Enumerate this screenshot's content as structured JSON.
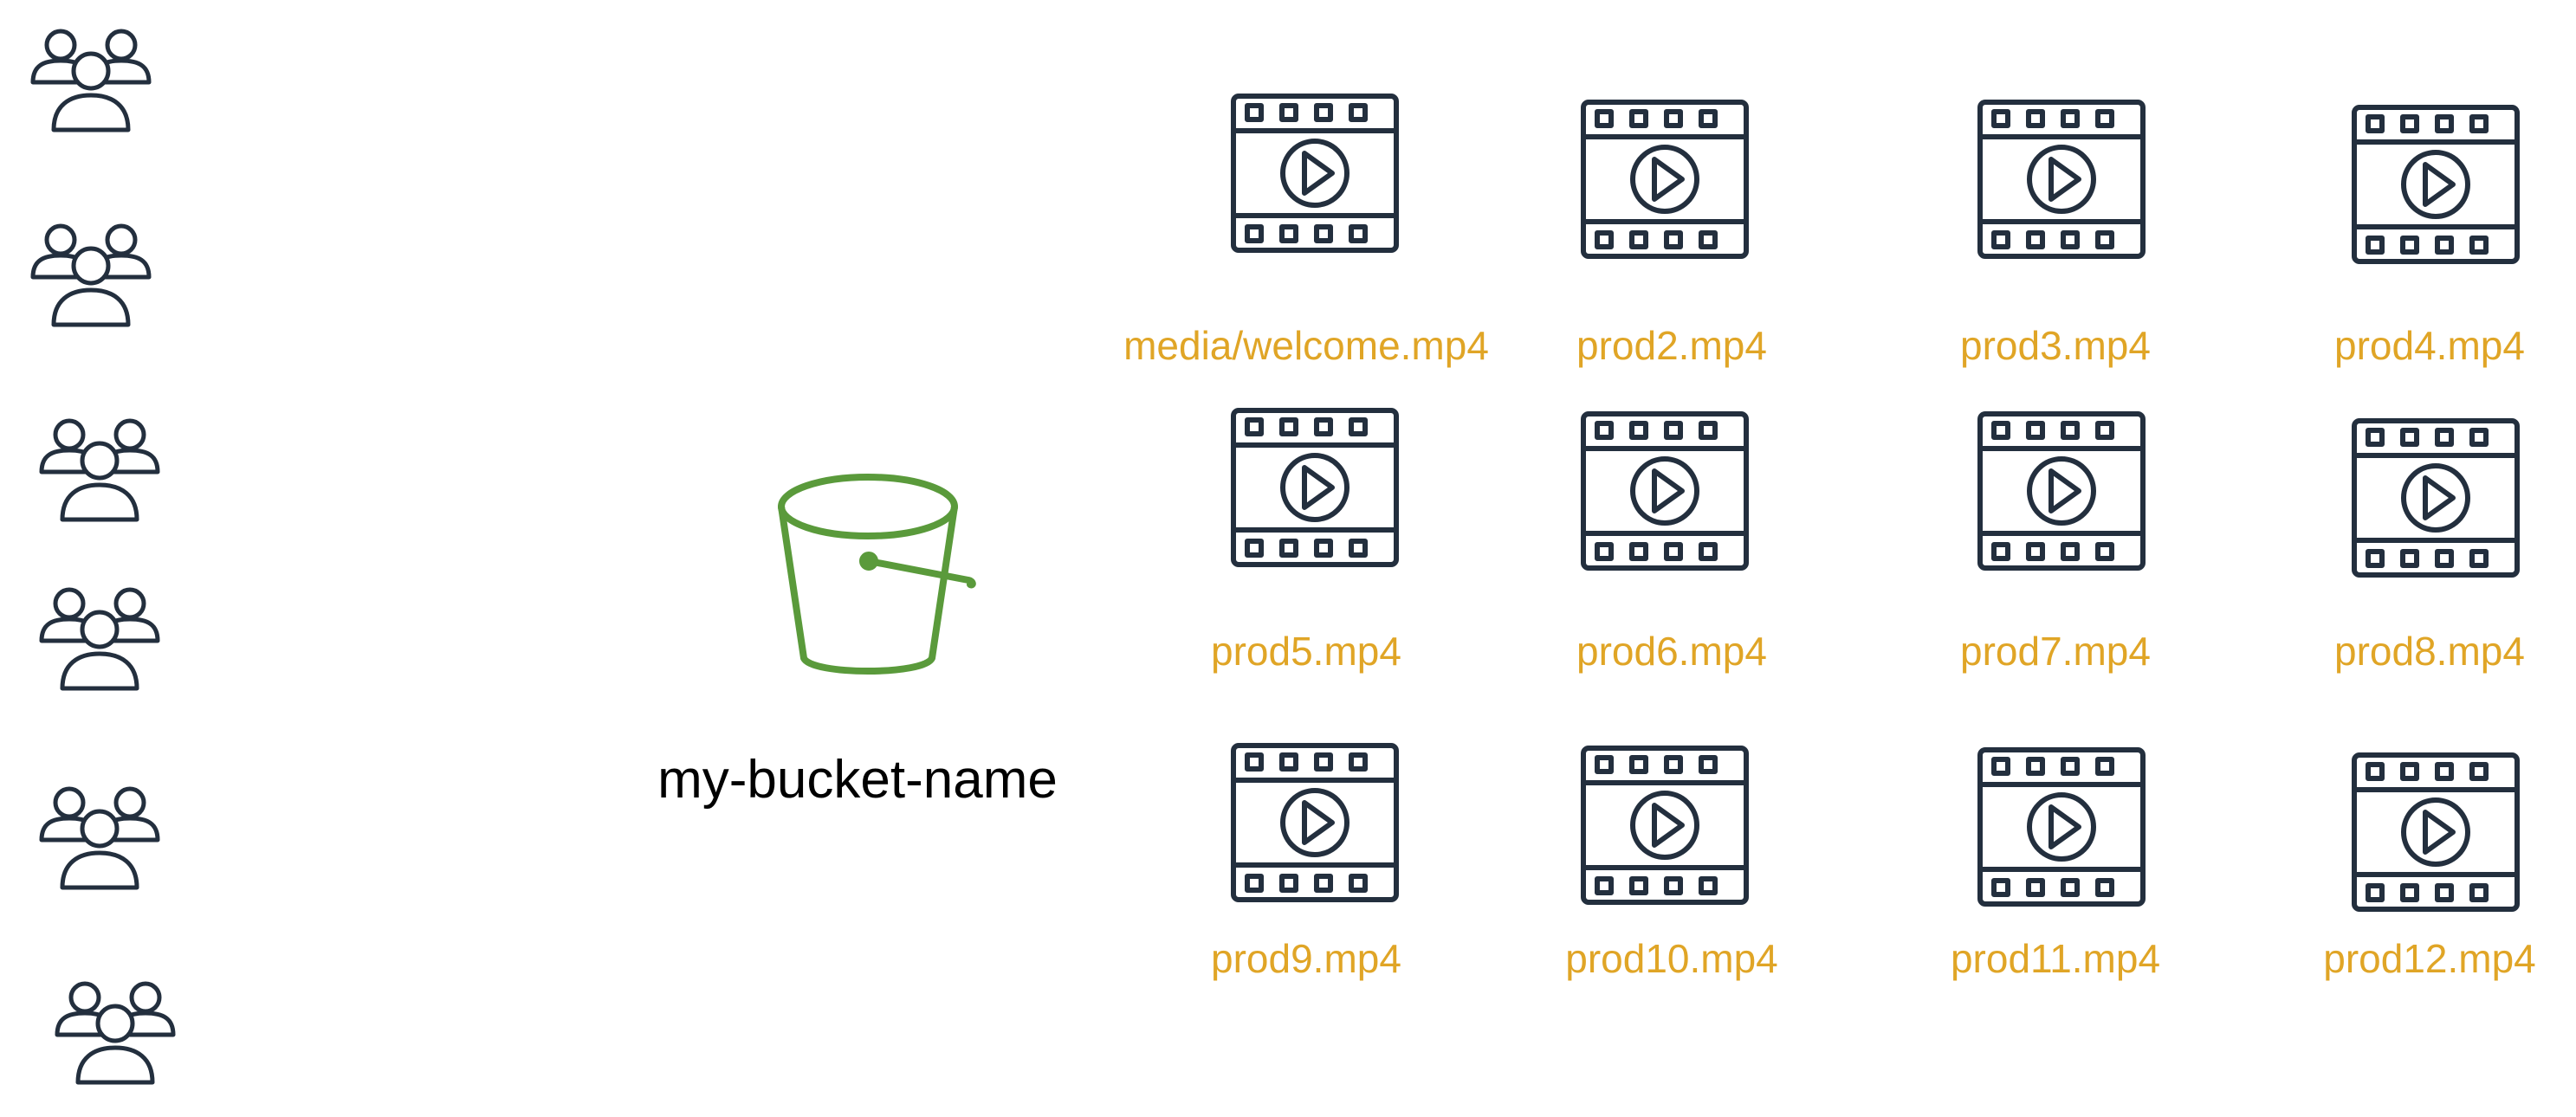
{
  "colors": {
    "icon_stroke": "#232f3e",
    "bucket_stroke": "#5a9a3b",
    "file_label": "#e0a526",
    "bucket_label": "#000000"
  },
  "icons": {
    "users": "users-group-icon",
    "bucket": "s3-bucket-icon",
    "video": "video-file-icon"
  },
  "bucket": {
    "name": "my-bucket-name"
  },
  "files": [
    "media/welcome.mp4",
    "prod2.mp4",
    "prod3.mp4",
    "prod4.mp4",
    "prod5.mp4",
    "prod6.mp4",
    "prod7.mp4",
    "prod8.mp4",
    "prod9.mp4",
    "prod10.mp4",
    "prod11.mp4",
    "prod12.mp4"
  ]
}
